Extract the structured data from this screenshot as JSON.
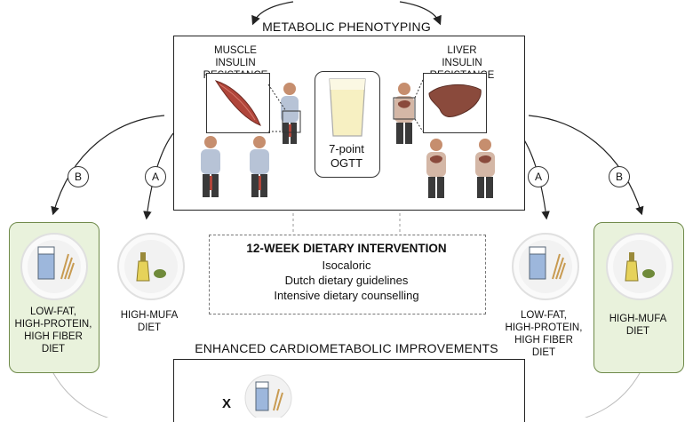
{
  "top": {
    "title": "METABOLIC PHENOTYPING"
  },
  "phenotype_box": {
    "muscle_label": "MUSCLE\nINSULIN RESISTANCE",
    "liver_label": "LIVER\nINSULIN RESISTANCE",
    "ogtt_label": "7-point\nOGTT"
  },
  "branches": {
    "a": "A",
    "b": "B"
  },
  "intervention": {
    "title": "12-WEEK DIETARY INTERVENTION",
    "lines": [
      "Isocaloric",
      "Dutch dietary guidelines",
      "Intensive dietary counselling"
    ]
  },
  "diets": {
    "left_green": "LOW-FAT,\nHIGH-PROTEIN,\nHIGH FIBER\nDIET",
    "left_white": "HIGH-MUFA\nDIET",
    "right_white": "LOW-FAT,\nHIGH-PROTEIN,\nHIGH FIBER\nDIET",
    "right_green": "HIGH-MUFA\nDIET"
  },
  "bottom": {
    "title": "ENHANCED CARDIOMETABOLIC IMPROVEMENTS",
    "operator": "X"
  },
  "colors": {
    "green_fill": "#e9f2dc",
    "green_border": "#6f8a4a",
    "muscle": "#b0453a",
    "liver": "#8a4a3c",
    "arrow_green": "#5aa745"
  }
}
